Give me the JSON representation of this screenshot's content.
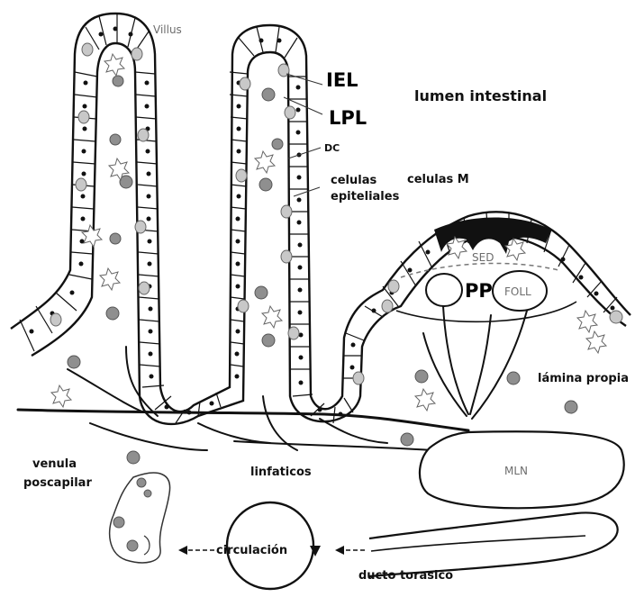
{
  "labels": {
    "villus": "Villus",
    "iel": "IEL",
    "lpl": "LPL",
    "dc": "DC",
    "celulas_epiteliales_line1": "celulas",
    "celulas_epiteliales_line2": "epiteliales",
    "lumen": "lumen intestinal",
    "celulas_m": "celulas M",
    "sed": "SED",
    "pp": "PP",
    "foll": "FOLL",
    "lamina_propia": "lámina propia",
    "mln": "MLN",
    "linfaticos": "linfaticos",
    "venula_line1": "venula",
    "venula_line2": "poscapilar",
    "circulacion": "circulación",
    "ducto": "ducto torasico"
  },
  "colors": {
    "outline": "#111111",
    "lymphocyte": "#8f8f8f",
    "lymphocyte_pale": "#c8c8c8",
    "faint_label": "#6d6d6d"
  }
}
